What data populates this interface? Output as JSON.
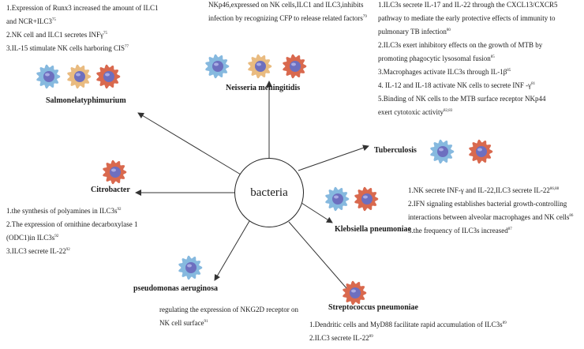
{
  "center": {
    "label": "bacteria"
  },
  "pathogens": {
    "salmonella": "Salmonelatyphimurium",
    "neisseria": "Neisseria meningitidis",
    "tuberculosis": "Tuberculosis",
    "citrobacter": "Citrobacter",
    "klebsiella": "Klebsiella pneumoniae",
    "pseudomonas": "pseudomonas aeruginosa",
    "streptococcus": "Streptococcus pneumoniae"
  },
  "notes": {
    "salmonella": [
      {
        "text": "1.Expression of Runx3 increased the amount of ILC1",
        "ref": ""
      },
      {
        "text": "and NCR+ILC3",
        "ref": "75"
      },
      {
        "text": "2.NK cell and ILC1 secretes INFγ",
        "ref": "75"
      },
      {
        "text": "3.IL-15 stimulate NK cells harboring CIS",
        "ref": "77"
      }
    ],
    "neisseria": [
      {
        "text": "NKp46,expressed on NK cells,ILC1 and ILC3,inhibits",
        "ref": ""
      },
      {
        "text": "infection by recognizing CFP to release related factors",
        "ref": "79"
      }
    ],
    "tuberculosis": [
      {
        "text": "1.ILC3s secrete IL-17 and IL-22 through the CXCL13/CXCR5",
        "ref": ""
      },
      {
        "text": "pathway to mediate the early protective effects of immunity to",
        "ref": ""
      },
      {
        "text": "pulmonary TB infection",
        "ref": "80"
      },
      {
        "text": "2.ILC3s exert inhibitory effects on the growth of MTB by",
        "ref": ""
      },
      {
        "text": "promoting phagocytic lysosomal fusion",
        "ref": "85"
      },
      {
        "text": "3.Macrophages activate ILC3s through IL-1β",
        "ref": "85"
      },
      {
        "text": "4. IL-12 and IL-18 activate NK cells to secrete INF -γ",
        "ref": "81"
      },
      {
        "text": "5.Binding of NK cells to the MTB surface receptor NKp44",
        "ref": ""
      },
      {
        "text": "exert cytotoxic activity",
        "ref": "82,83"
      }
    ],
    "citrobacter": [
      {
        "text": "1.the synthesis of polyamines in ILC3s",
        "ref": "92"
      },
      {
        "text": "2.The expression of ornithine decarboxylase 1",
        "ref": ""
      },
      {
        "text": "(ODC1)in ILC3s",
        "ref": "92"
      },
      {
        "text": "3.ILC3 secrete IL-22",
        "ref": "92"
      }
    ],
    "klebsiella": [
      {
        "text": "1.NK secrete INF-γ and IL-22,ILC3 secrete IL-22",
        "ref": "86,88"
      },
      {
        "text": "2.IFN signaling establishes bacterial growth-controlling",
        "ref": ""
      },
      {
        "text": "interactions between alveolar macrophages and NK cells",
        "ref": "86"
      },
      {
        "text": "3.the frequency of ILC3s increased",
        "ref": "87"
      }
    ],
    "pseudomonas": [
      {
        "text": "regulating the expression of NKG2D receptor on",
        "ref": ""
      },
      {
        "text": "NK cell surface",
        "ref": "91"
      }
    ],
    "streptococcus": [
      {
        "text": "1.Dendritic cells and MyD88 facilitate rapid accumulation of ILC3s",
        "ref": "89"
      },
      {
        "text": "2.ILC3 secrete IL-22",
        "ref": "89"
      }
    ]
  },
  "colors": {
    "nk_cell": "#86b9df",
    "ilc1_cell": "#e9bb80",
    "ilc3_cell": "#d9694e",
    "nucleus": "#6d6fbf",
    "arrow": "#333333"
  }
}
